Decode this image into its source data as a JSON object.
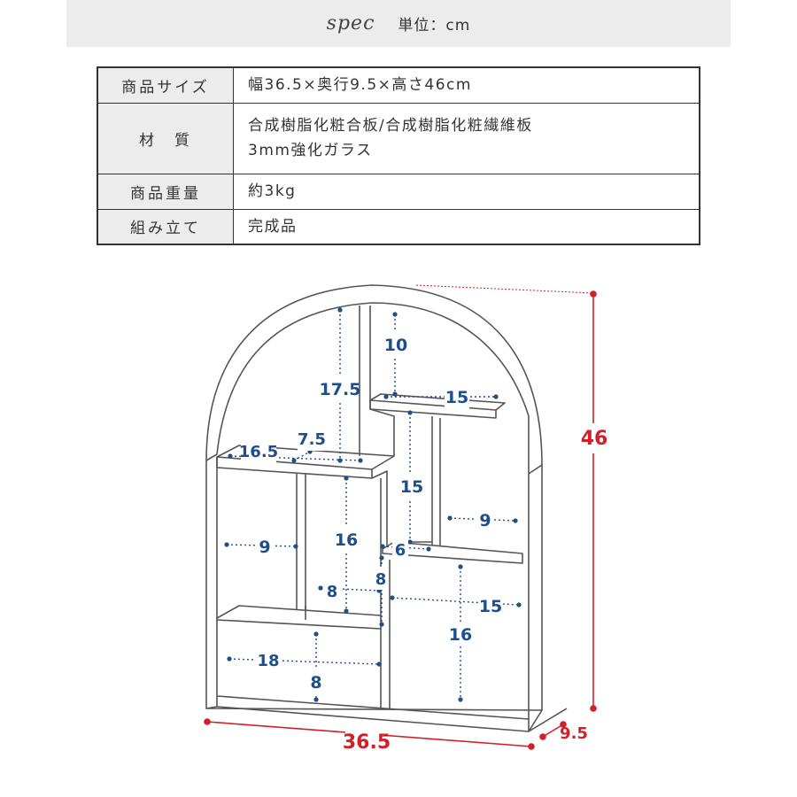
{
  "header": {
    "spec": "spec",
    "unit": "単位：cm"
  },
  "spec_table": [
    {
      "label": "商品サイズ",
      "lines": [
        "幅36.5×奥行9.5×高さ46cm"
      ]
    },
    {
      "label": "材　質",
      "lines": [
        "合成樹脂化粧合板/合成樹脂化粧繊維板",
        "3mm強化ガラス"
      ]
    },
    {
      "label": "商品重量",
      "lines": [
        "約3kg"
      ]
    },
    {
      "label": "組み立て",
      "lines": [
        "完成品"
      ]
    }
  ],
  "diagram": {
    "inner_dims": [
      "17.5",
      "10",
      "15",
      "16.5",
      "7.5",
      "15",
      "9",
      "9",
      "16",
      "6",
      "8",
      "8",
      "15",
      "16",
      "18",
      "8"
    ],
    "outer_dims": {
      "width": "36.5",
      "depth": "9.5",
      "height": "46"
    },
    "colors": {
      "inner": "#1f4e8c",
      "outer": "#d1202a",
      "line": "#555555"
    }
  }
}
